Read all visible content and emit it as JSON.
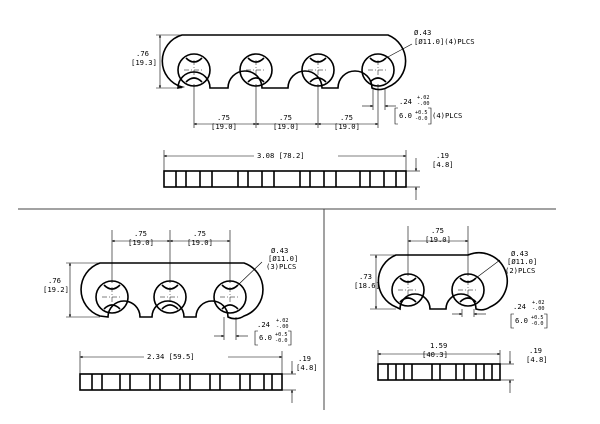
{
  "views": {
    "four": {
      "height_in": ".76",
      "height_mm": "[19.3]",
      "hole_dia_in": "Ø.43",
      "hole_dia_mm": "[Ø11.0](4)PLCS",
      "pitch_1_in": ".75",
      "pitch_1_mm": "[19.0]",
      "pitch_2_in": ".75",
      "pitch_2_mm": "[19.0]",
      "pitch_3_in": ".75",
      "pitch_3_mm": "[19.0]",
      "slot_in": ".24",
      "slot_tol_in_plus": "+.02",
      "slot_tol_in_minus": "-.00",
      "slot_mm": "6.0",
      "slot_tol_mm_plus": "+0.5",
      "slot_tol_mm_minus": "-0.0",
      "slot_plcs": "(4)PLCS",
      "length_label": "3.08 [78.2]",
      "thick_in": ".19",
      "thick_mm": "[4.8]"
    },
    "three": {
      "height_in": ".76",
      "height_mm": "[19.2]",
      "hole_dia_in": "Ø.43",
      "hole_dia_mm": "[Ø11.0]",
      "hole_plcs": "(3)PLCS",
      "pitch_1_in": ".75",
      "pitch_1_mm": "[19.0]",
      "pitch_2_in": ".75",
      "pitch_2_mm": "[19.0]",
      "slot_in": ".24",
      "slot_tol_in_plus": "+.02",
      "slot_tol_in_minus": "-.00",
      "slot_mm": "6.0",
      "slot_tol_mm_plus": "+0.5",
      "slot_tol_mm_minus": "-0.0",
      "length_label": "2.34 [59.5]",
      "thick_in": ".19",
      "thick_mm": "[4.8]"
    },
    "two": {
      "height_in": ".73",
      "height_mm": "[18.6]",
      "hole_dia_in": "Ø.43",
      "hole_dia_mm": "[Ø11.0]",
      "hole_plcs": "(2)PLCS",
      "pitch_1_in": ".75",
      "pitch_1_mm": "[19.0]",
      "slot_in": ".24",
      "slot_tol_in_plus": "+.02",
      "slot_tol_in_minus": "-.00",
      "slot_mm": "6.0",
      "slot_tol_mm_plus": "+0.5",
      "slot_tol_mm_minus": "-0.0",
      "length_in": "1.59",
      "length_mm": "[40.3]",
      "thick_in": ".19",
      "thick_mm": "[4.8]"
    }
  }
}
